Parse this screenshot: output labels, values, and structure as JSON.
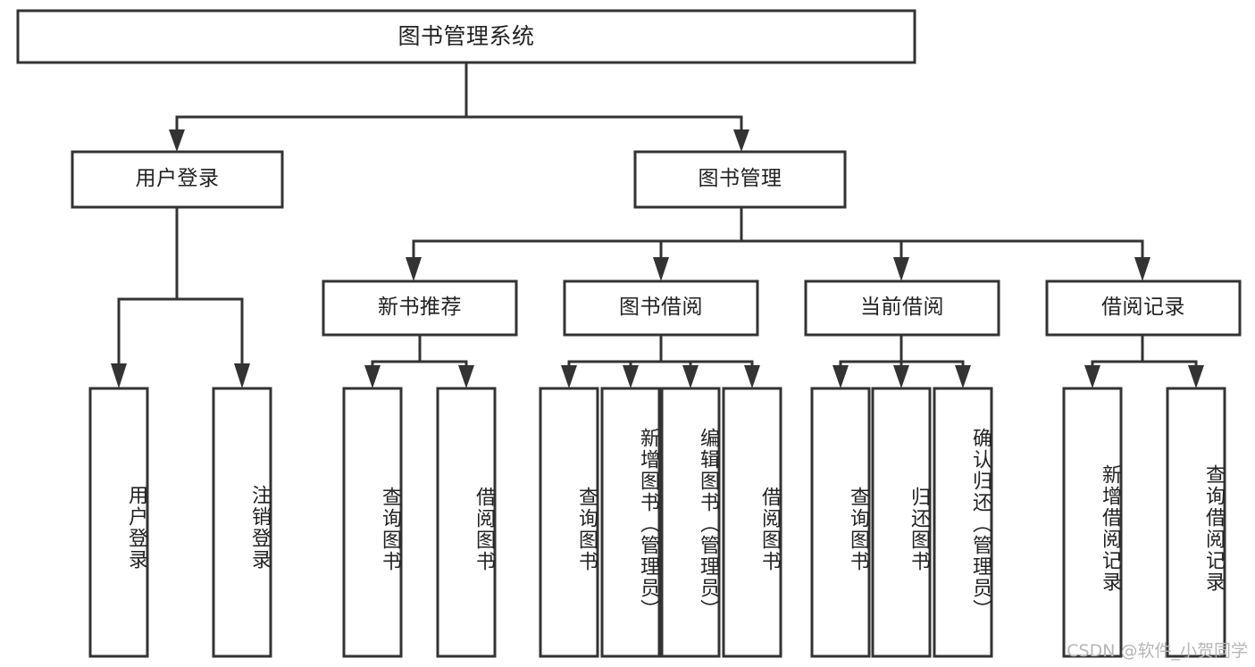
{
  "diagram": {
    "type": "tree",
    "title": "图书管理系统",
    "watermark": "CSDN @软件_小贺同学",
    "colors": {
      "stroke": "#333333",
      "box_fill": "#ffffff",
      "text": "#222222",
      "watermark": "#b6b6b6",
      "background": "#ffffff"
    },
    "levels": {
      "root": "图书管理系统",
      "level2": [
        "用户登录",
        "图书管理"
      ],
      "level3": [
        "新书推荐",
        "图书借阅",
        "当前借阅",
        "借阅记录"
      ]
    },
    "nodes": {
      "root": {
        "label": "图书管理系统"
      },
      "user_login": {
        "label": "用户登录"
      },
      "book_manage": {
        "label": "图书管理"
      },
      "new_book_rec": {
        "label": "新书推荐"
      },
      "book_borrow": {
        "label": "图书借阅"
      },
      "current_borrow": {
        "label": "当前借阅"
      },
      "borrow_record": {
        "label": "借阅记录"
      },
      "leaf_1": {
        "label": "用户登录"
      },
      "leaf_2": {
        "label": "注销登录"
      },
      "leaf_3": {
        "label": "查询图书"
      },
      "leaf_4": {
        "label": "借阅图书"
      },
      "leaf_5": {
        "label": "查询图书"
      },
      "leaf_6": {
        "label": "新增图书（管理员）"
      },
      "leaf_7": {
        "label": "编辑图书（管理员）"
      },
      "leaf_8": {
        "label": "借阅图书"
      },
      "leaf_9": {
        "label": "查询图书"
      },
      "leaf_10": {
        "label": "归还图书"
      },
      "leaf_11": {
        "label": "确认归还（管理员）"
      },
      "leaf_12": {
        "label": "新增借阅记录"
      },
      "leaf_13": {
        "label": "查询借阅记录"
      }
    },
    "edges": [
      {
        "from": "root",
        "to": "user_login"
      },
      {
        "from": "root",
        "to": "book_manage"
      },
      {
        "from": "user_login",
        "to": "leaf_1"
      },
      {
        "from": "user_login",
        "to": "leaf_2"
      },
      {
        "from": "book_manage",
        "to": "new_book_rec"
      },
      {
        "from": "book_manage",
        "to": "book_borrow"
      },
      {
        "from": "book_manage",
        "to": "current_borrow"
      },
      {
        "from": "book_manage",
        "to": "borrow_record"
      },
      {
        "from": "new_book_rec",
        "to": "leaf_3"
      },
      {
        "from": "new_book_rec",
        "to": "leaf_4"
      },
      {
        "from": "book_borrow",
        "to": "leaf_5"
      },
      {
        "from": "book_borrow",
        "to": "leaf_6"
      },
      {
        "from": "book_borrow",
        "to": "leaf_7"
      },
      {
        "from": "book_borrow",
        "to": "leaf_8"
      },
      {
        "from": "current_borrow",
        "to": "leaf_9"
      },
      {
        "from": "current_borrow",
        "to": "leaf_10"
      },
      {
        "from": "current_borrow",
        "to": "leaf_11"
      },
      {
        "from": "borrow_record",
        "to": "leaf_12"
      },
      {
        "from": "borrow_record",
        "to": "leaf_13"
      }
    ]
  }
}
